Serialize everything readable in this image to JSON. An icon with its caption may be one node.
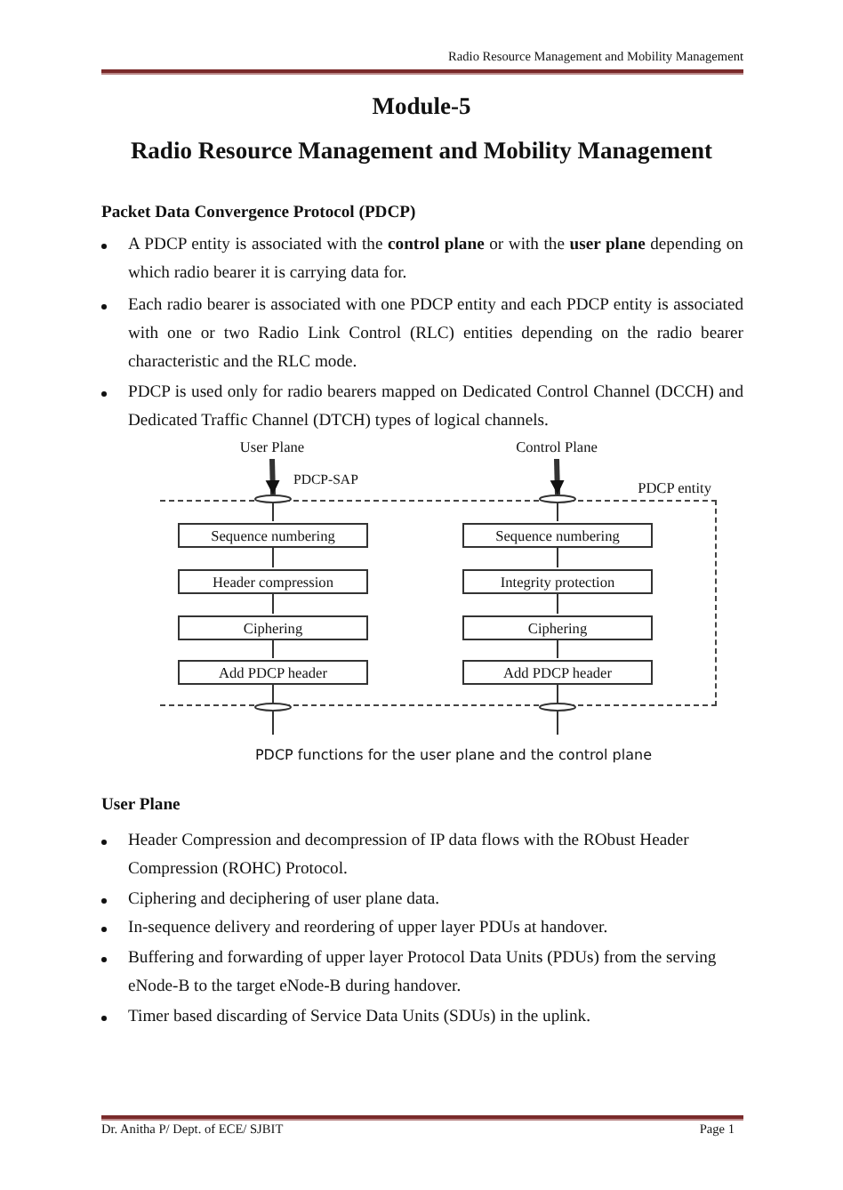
{
  "diagram": {
    "title": "Module-5",
    "caption": "PDCP functions for the user plane and the control plane",
    "nodes": [
      {
        "text": [
          "User Plane"
        ]
      },
      {
        "text": [
          "Control Plane"
        ]
      },
      {
        "text": [
          "PDCP entity"
        ]
      },
      {
        "text": [],
        "shape": "ellipse",
        "beside": [
          "PDCP-SAP"
        ]
      },
      {
        "text": [],
        "shape": "ellipse"
      },
      {
        "text": [
          "Sequence numbering"
        ],
        "in": 2
      },
      {
        "text": [
          "Sequence numbering"
        ],
        "in": 2
      },
      {
        "text": [
          "Header compression"
        ],
        "in": 2
      },
      {
        "text": [
          "Integrity protection"
        ],
        "in": 2
      },
      {
        "text": [
          "Ciphering"
        ],
        "in": 2
      },
      {
        "text": [
          "Ciphering"
        ],
        "in": 2
      },
      {
        "text": [
          "Add PDCP header"
        ],
        "in": 2
      },
      {
        "text": [
          "Add PDCP header"
        ],
        "in": 2
      },
      {
        "text": [],
        "shape": "ellipse"
      },
      {
        "text": [],
        "shape": "ellipse"
      }
    ],
    "edges": [
      {
        "from": 0,
        "to": 3,
        "arrow": "to",
        "style": "thick"
      },
      {
        "from": 1,
        "to": 4,
        "arrow": "to",
        "style": "thick"
      },
      {
        "from": 3,
        "to": 5,
        "arrow": "none"
      },
      {
        "from": 5,
        "to": 7,
        "arrow": "none"
      },
      {
        "from": 7,
        "to": 9,
        "arrow": "none"
      },
      {
        "from": 9,
        "to": 11,
        "arrow": "none"
      },
      {
        "from": 11,
        "to": 13,
        "arrow": "none"
      },
      {
        "from": 13,
        "to": null,
        "arrow": "none"
      },
      {
        "from": 4,
        "to": 6,
        "arrow": "none"
      },
      {
        "from": 6,
        "to": 8,
        "arrow": "none"
      },
      {
        "from": 8,
        "to": 10,
        "arrow": "none"
      },
      {
        "from": 10,
        "to": 12,
        "arrow": "none"
      },
      {
        "from": 12,
        "to": 14,
        "arrow": "none"
      },
      {
        "from": 14,
        "to": null,
        "arrow": "none"
      }
    ],
    "labels": [
      "Radio Resource Management and Mobility Management",
      "Radio Resource Management and Mobility Management",
      "Packet Data Convergence Protocol (PDCP)",
      "A PDCP entity is associated with the **control plane** or with the **user plane** depending on which radio bearer it is carrying data for.",
      "Each radio bearer is associated with one PDCP entity and each PDCP entity is associated with one or two Radio Link Control (RLC) entities depending on the radio bearer characteristic and the RLC mode.",
      "PDCP is used only for radio bearers mapped on Dedicated Control Channel (DCCH) and Dedicated Traffic Channel (DTCH) types of logical channels.",
      "User Plane",
      "Header Compression and decompression of IP data flows with the RObust Header Compression (ROHC) Protocol.",
      "Ciphering and deciphering of user plane data.",
      "In-sequence delivery and reordering of upper layer PDUs at handover.",
      "Buffering and forwarding of upper layer Protocol Data Units (PDUs) from the serving eNode-B to the target eNode-B during handover.",
      "Timer based discarding of Service Data Units (SDUs) in the uplink.",
      "Dr. Anitha P/ Dept. of ECE/ SJBIT",
      "Page 1"
    ]
  }
}
